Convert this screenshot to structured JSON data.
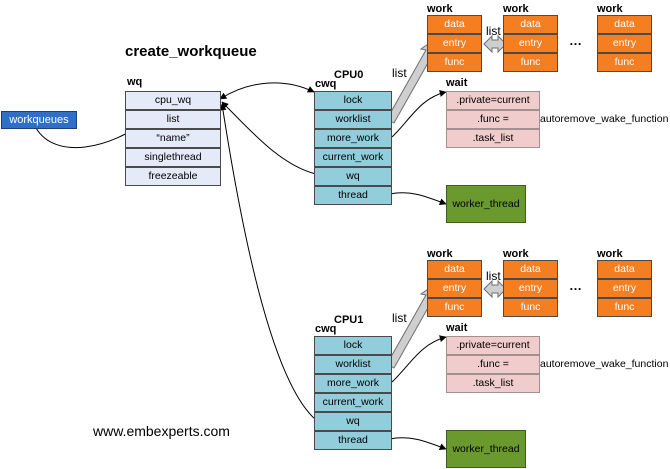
{
  "title": "create_workqueue",
  "workqueues_label": "workqueues",
  "wq": {
    "label": "wq",
    "fields": [
      "cpu_wq",
      "list",
      "“name”",
      "singlethread",
      "freezeable"
    ]
  },
  "cpus": [
    {
      "cpu_label": "CPU0",
      "cwq_label": "cwq",
      "fields": [
        "lock",
        "worklist",
        "more_work",
        "current_work",
        "wq",
        "thread"
      ],
      "list_label": "list",
      "work_label": "work",
      "work_fields": [
        "data",
        "entry",
        "func"
      ],
      "ellipsis": "…",
      "wait_label": "wait",
      "wait_fields": [
        ".private=current",
        ".func =",
        ".task_list"
      ],
      "wait_func_value": "autoremove_wake_function",
      "worker": "worker_thread"
    },
    {
      "cpu_label": "CPU1",
      "cwq_label": "cwq",
      "fields": [
        "lock",
        "worklist",
        "more_work",
        "current_work",
        "wq",
        "thread"
      ],
      "list_label": "list",
      "work_label": "work",
      "work_fields": [
        "data",
        "entry",
        "func"
      ],
      "ellipsis": "…",
      "wait_label": "wait",
      "wait_fields": [
        ".private=current",
        ".func =",
        ".task_list"
      ],
      "wait_func_value": "autoremove_wake_function",
      "worker": "worker_thread"
    }
  ],
  "website": "www.embexperts.com",
  "colors": {
    "wq_fill": "#e4eaf7",
    "cwq_fill": "#92cddc",
    "work_fill": "#f57e20",
    "wait_fill": "#f0cccc",
    "worker_fill": "#6a9a2e",
    "workqueues_fill": "#2f6fc6"
  }
}
